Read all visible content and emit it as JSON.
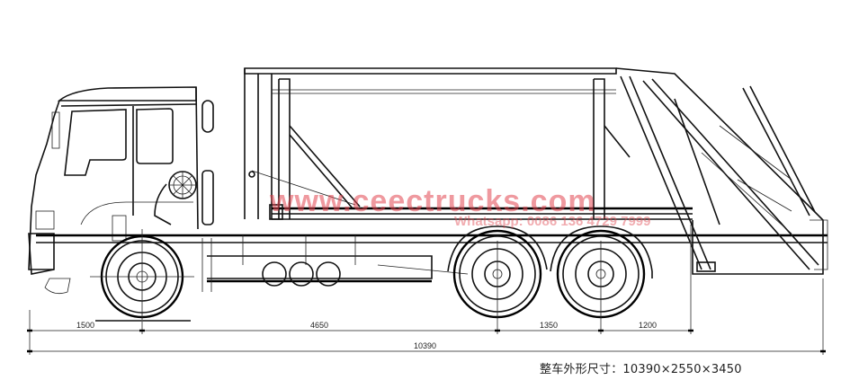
{
  "drawing": {
    "title": "Garbage compactor truck side elevation",
    "watermark": {
      "site": "www.ceectrucks.com",
      "contact": "Whatsapp: 0086 136 4729 7999",
      "color": "#e14650"
    },
    "dimensions": {
      "front_overhang": "1500",
      "wheelbase_1": "4650",
      "wheelbase_2": "1350",
      "rear_overhang": "1200",
      "overall_length": "10390"
    },
    "caption": "整车外形尺寸：10390×2550×3450"
  }
}
